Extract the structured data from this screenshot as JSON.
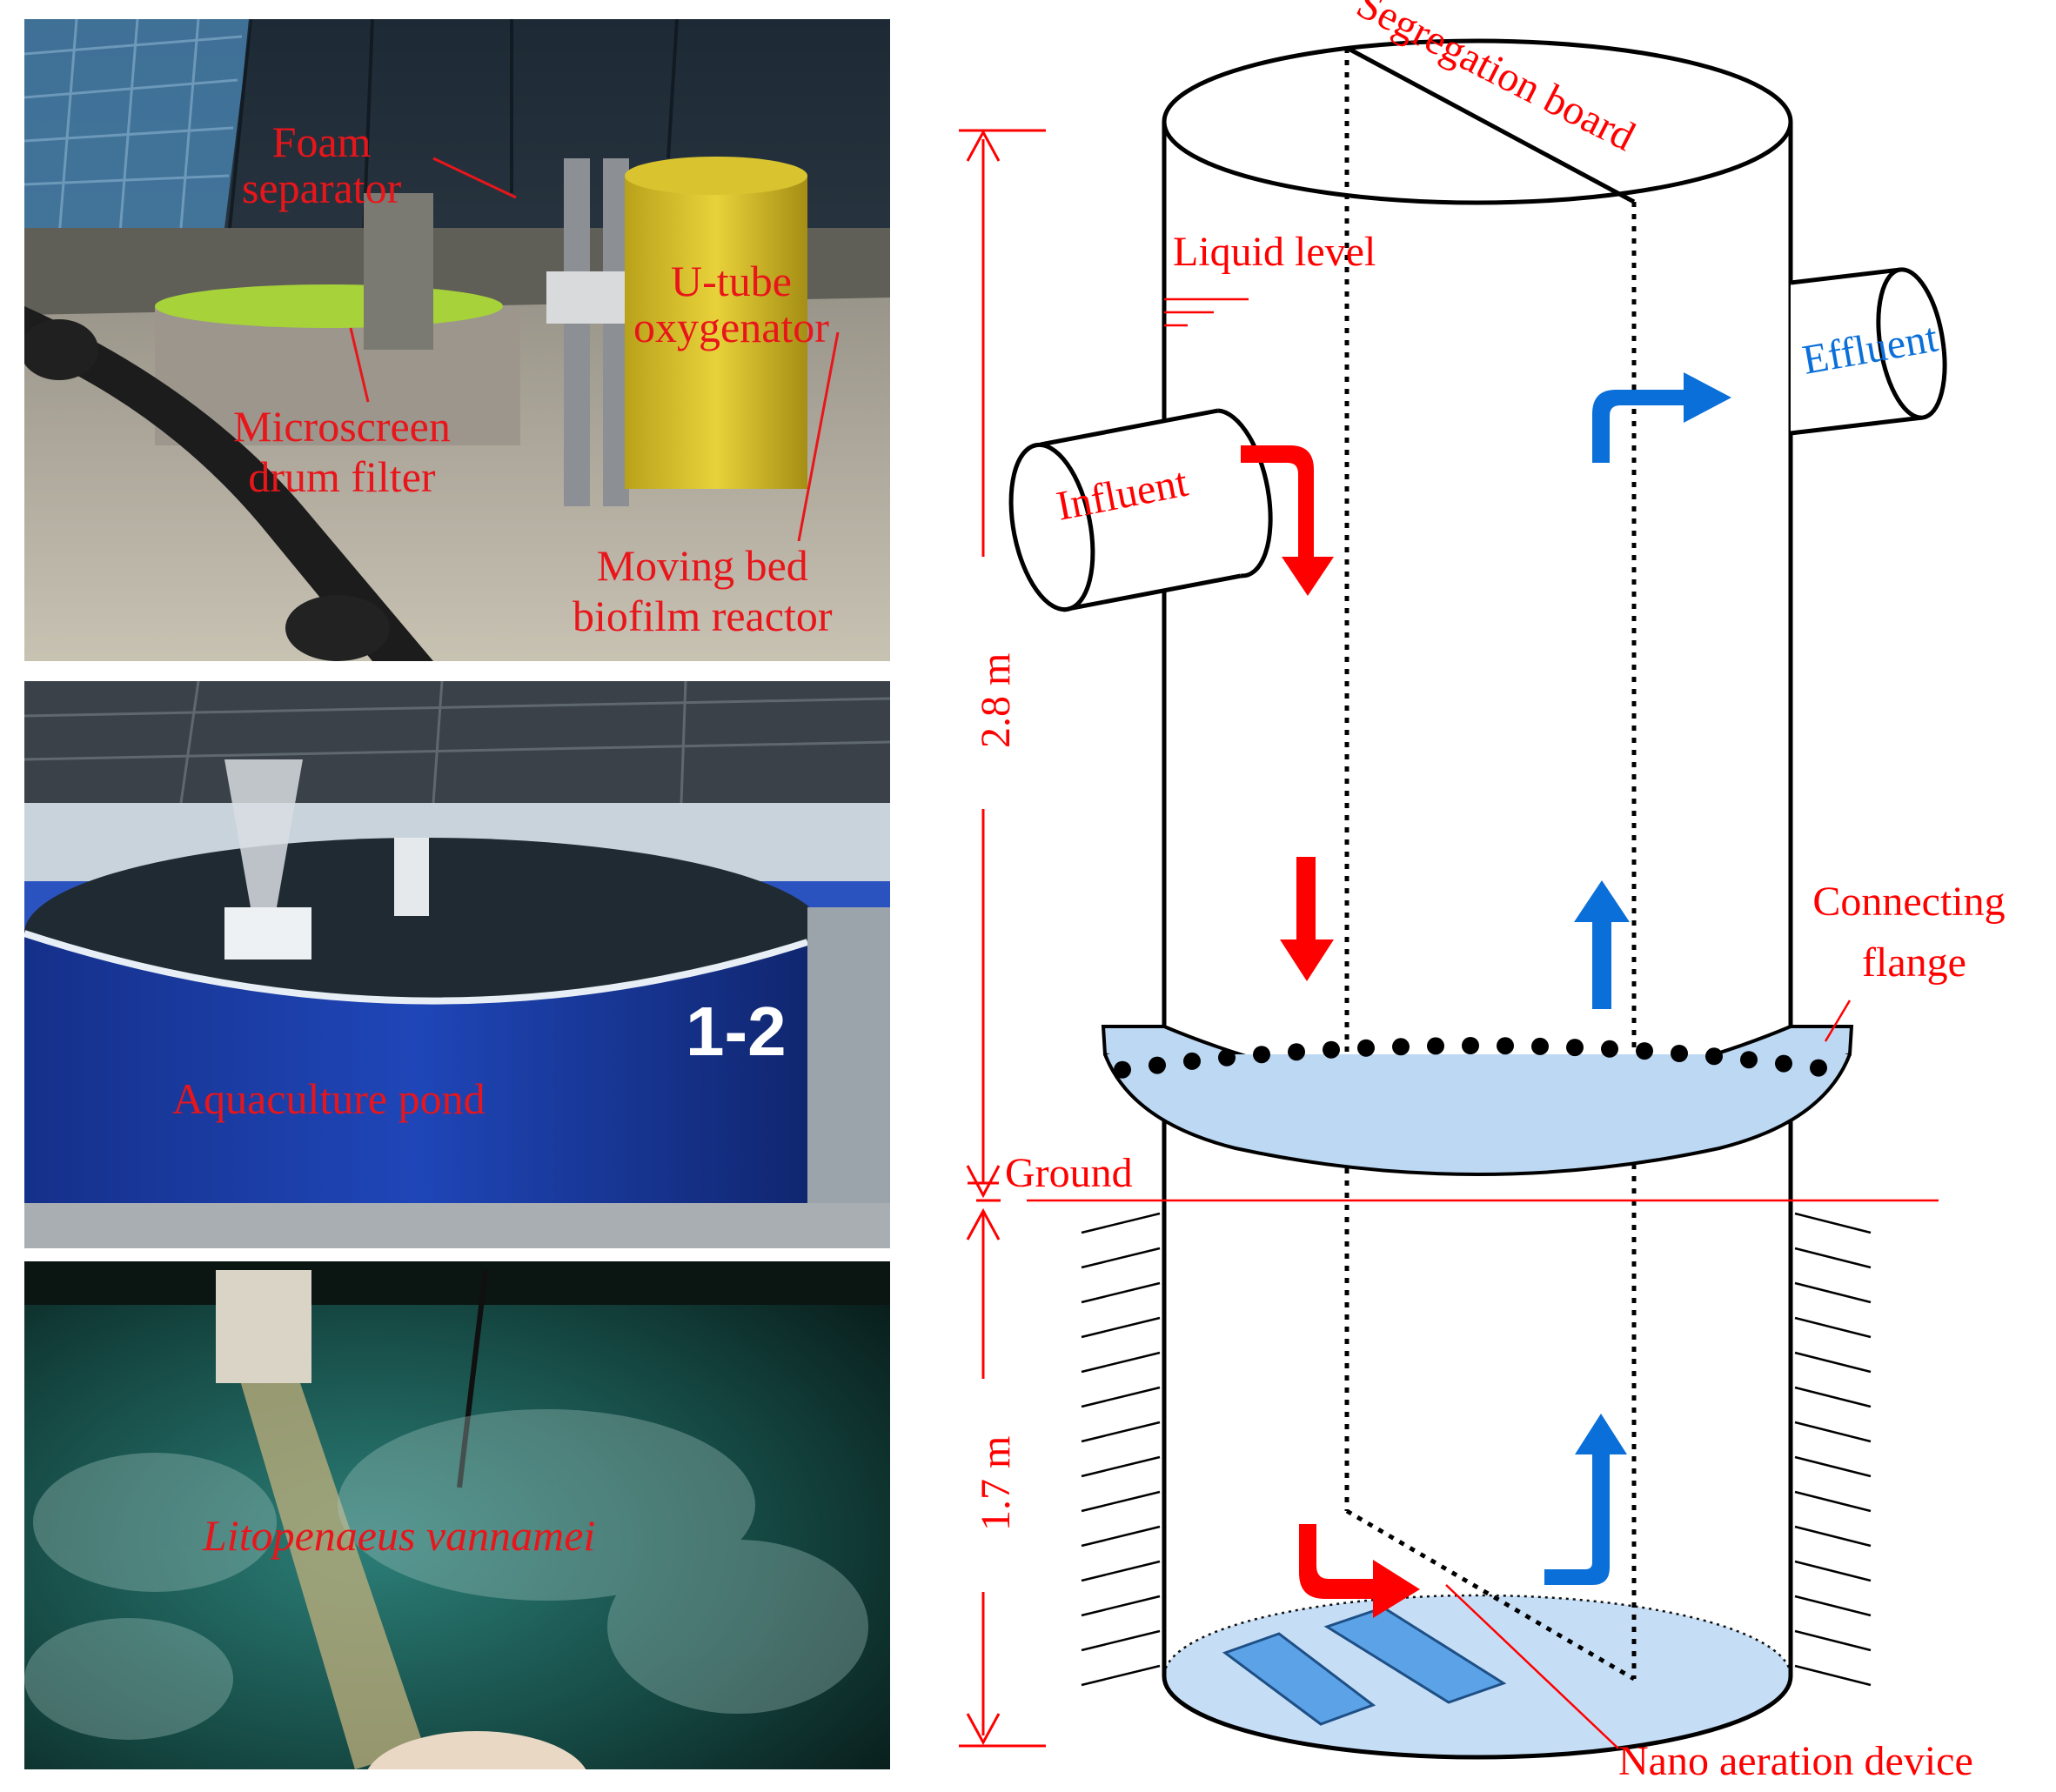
{
  "photo_labels": {
    "foam_separator": "Foam\nseparator",
    "u_tube": "U-tube\noxygenator",
    "microscreen": "Microscreen\ndrum filter",
    "mbbr": "Moving bed\nbiofilm reactor",
    "aquaculture_pond": "Aquaculture pond",
    "pond_number": "1-2",
    "species": "Litopenaeus vannamei"
  },
  "diagram_labels": {
    "segregation_board": "Segregation board",
    "liquid_level": "Liquid level",
    "effluent": "Effluent",
    "influent": "Influent",
    "height_above": "2.8 m",
    "height_below": "1.7 m",
    "connecting_flange": "Connecting\nflange",
    "ground": "Ground",
    "nano_aeration": "Nano aeration device"
  },
  "colors": {
    "label_red": "#e8161b",
    "flow_in": "#ff0000",
    "flow_out": "#0a6fd8",
    "flange_fill": "#bcd8f3",
    "aeration_fill": "#5ba3e6",
    "water_fill": "#c6def5"
  }
}
